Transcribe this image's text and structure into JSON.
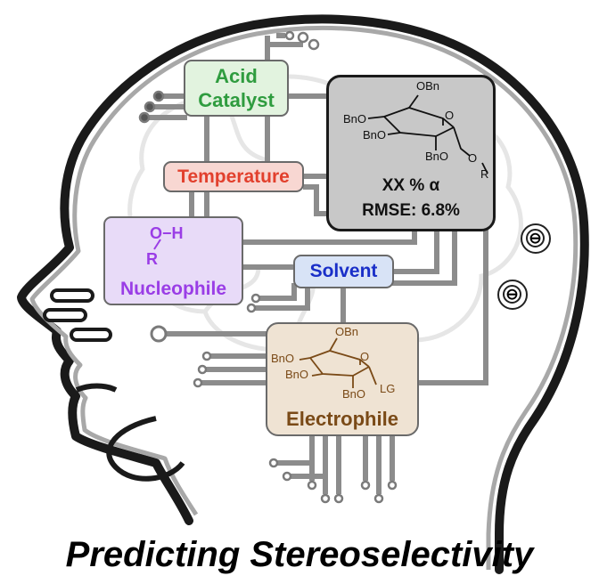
{
  "title": "Predicting Stereoselectivity",
  "nodes": {
    "acid_catalyst": {
      "line1": "Acid",
      "line2": "Catalyst"
    },
    "temperature": {
      "label": "Temperature"
    },
    "nucleophile": {
      "label": "Nucleophile",
      "oh_label": "O−H",
      "r_label": "R"
    },
    "solvent": {
      "label": "Solvent"
    },
    "electrophile": {
      "label": "Electrophile",
      "obn": "OBn",
      "bno1": "BnO",
      "bno2": "BnO",
      "bno3": "BnO",
      "o_ring": "O",
      "lg": "LG"
    },
    "product": {
      "selectivity": "XX % α",
      "rmse": "RMSE: 6.8%",
      "obn": "OBn",
      "bno1": "BnO",
      "bno2": "BnO",
      "bno3": "BnO",
      "o_ring": "O",
      "o_glyc": "O",
      "r": "R"
    }
  },
  "charges": [
    "⊖",
    "⊖"
  ],
  "colors": {
    "acid": "#2f9c3f",
    "temperature": "#e2402d",
    "nucleophile": "#9a3de6",
    "solvent": "#1a2fc8",
    "electrophile": "#7a4a17",
    "circuit": "#8c8c8c"
  }
}
